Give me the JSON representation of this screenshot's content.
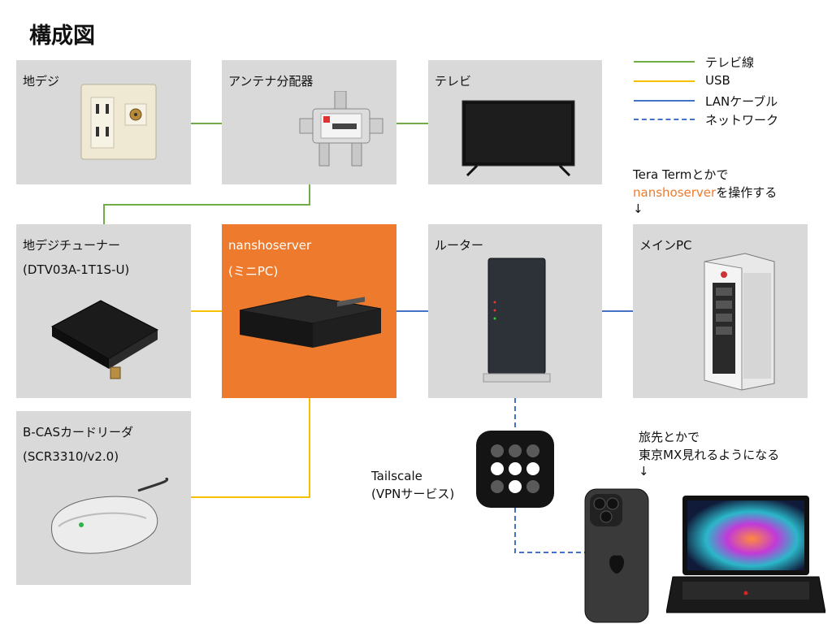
{
  "title": "構成図",
  "colors": {
    "tv_line": "#70ad47",
    "usb": "#f5c000",
    "lan": "#4472c4",
    "network": "#4472c4",
    "box": "#d9d9d9",
    "accent": "#ee7b2d"
  },
  "legend": [
    {
      "label": "テレビ線",
      "style": "solid",
      "color": "#70ad47"
    },
    {
      "label": "USB",
      "style": "solid",
      "color": "#f5c000"
    },
    {
      "label": "LANケーブル",
      "style": "solid",
      "color": "#4472c4"
    },
    {
      "label": "ネットワーク",
      "style": "dashed",
      "color": "#4472c4"
    }
  ],
  "nodes": {
    "chideji": {
      "label": "地デジ"
    },
    "splitter": {
      "label": "アンテナ分配器"
    },
    "tv": {
      "label": "テレビ"
    },
    "tuner": {
      "label": "地デジチューナー",
      "model": "(DTV03A-1T1S-U)"
    },
    "server": {
      "label": "nanshoserver",
      "sub": "(ミニPC)"
    },
    "router": {
      "label": "ルーター"
    },
    "mainpc": {
      "label": "メインPC"
    },
    "bcas": {
      "label": "B-CASカードリーダ",
      "model": "(SCR3310/v2.0)"
    }
  },
  "notes": {
    "teraterm": {
      "line1": "Tera Termとかで",
      "line2_hl": "nanshoserver",
      "line2_rest": "を操作する",
      "arrow": "↓"
    },
    "travel": {
      "line1": "旅先とかで",
      "line2": "東京MX見れるようになる",
      "arrow": "↓"
    },
    "tailscale": {
      "line1": "Tailscale",
      "line2": "(VPNサービス)"
    }
  }
}
